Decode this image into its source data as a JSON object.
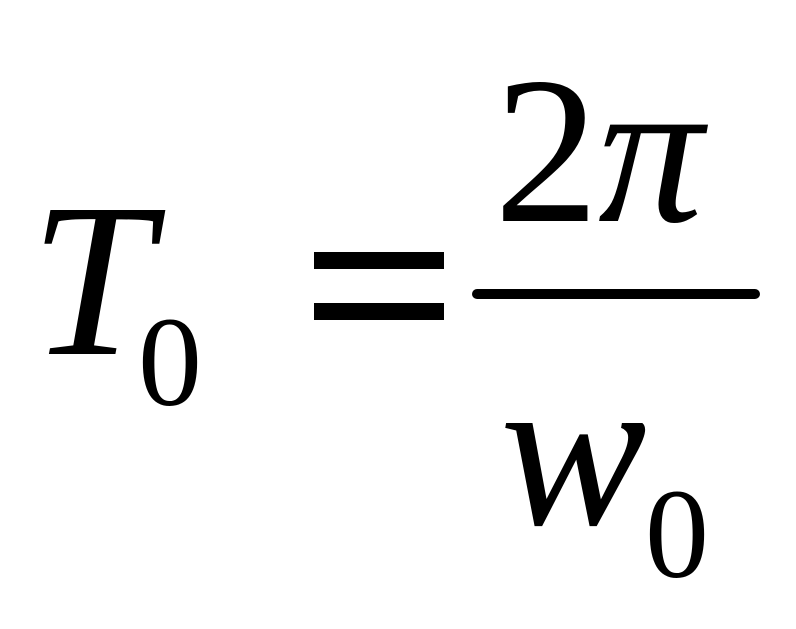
{
  "equation": {
    "lhs": {
      "variable": "T",
      "subscript": "0"
    },
    "operator": "=",
    "fraction": {
      "numerator": {
        "coefficient": "2",
        "symbol": "π"
      },
      "denominator": {
        "variable": "w",
        "subscript": "0"
      }
    }
  }
}
